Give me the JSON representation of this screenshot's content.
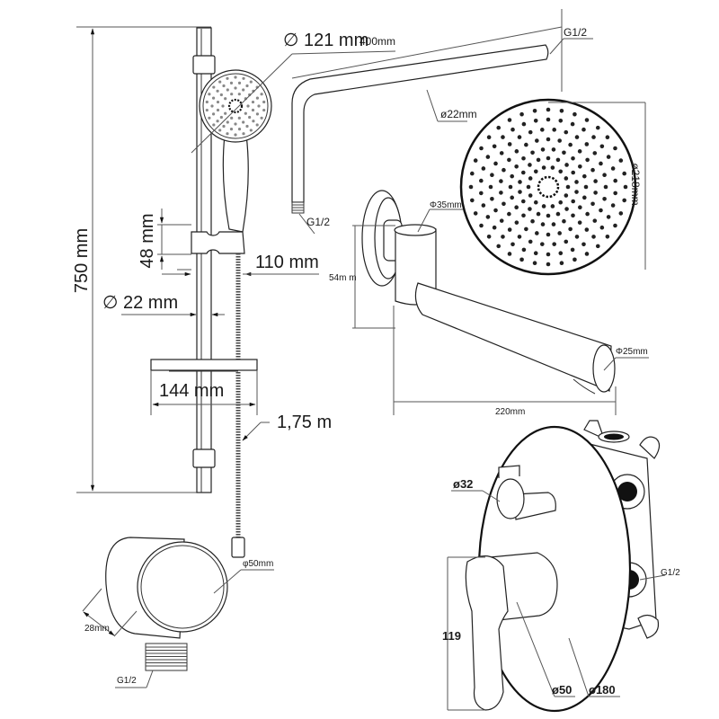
{
  "title": "Shower set dimensional drawing",
  "components": {
    "slide_rail": {
      "height_label": "750 mm",
      "rail_diameter_label": "∅ 22 mm",
      "holder_height_label": "48 mm",
      "holder_offset_label": "110 mm",
      "soap_dish_width_label": "144 mm",
      "hose_length_label": "1,75 m"
    },
    "hand_shower": {
      "diameter_label": "∅ 121 mm"
    },
    "shower_arm": {
      "length_label": "400mm",
      "diameter_label": "ø22mm",
      "thread_top_label": "G1/2",
      "thread_bottom_label": "G1/2"
    },
    "rain_shower_head": {
      "diameter_label": "ø218mm"
    },
    "bath_spout": {
      "body_diameter_label": "Φ35mm",
      "height_label": "54m m",
      "outlet_diameter_label": "Φ25mm",
      "length_label": "220mm"
    },
    "wall_outlet": {
      "diameter_label": "φ50mm",
      "depth_label": "28mm",
      "thread_label": "G1/2"
    },
    "concealed_mixer": {
      "diverter_diameter_label": "ø32",
      "lever_height_label": "119",
      "cartridge_diameter_label": "ø50",
      "plate_diameter_label": "ø180",
      "thread_label": "G1/2"
    }
  }
}
